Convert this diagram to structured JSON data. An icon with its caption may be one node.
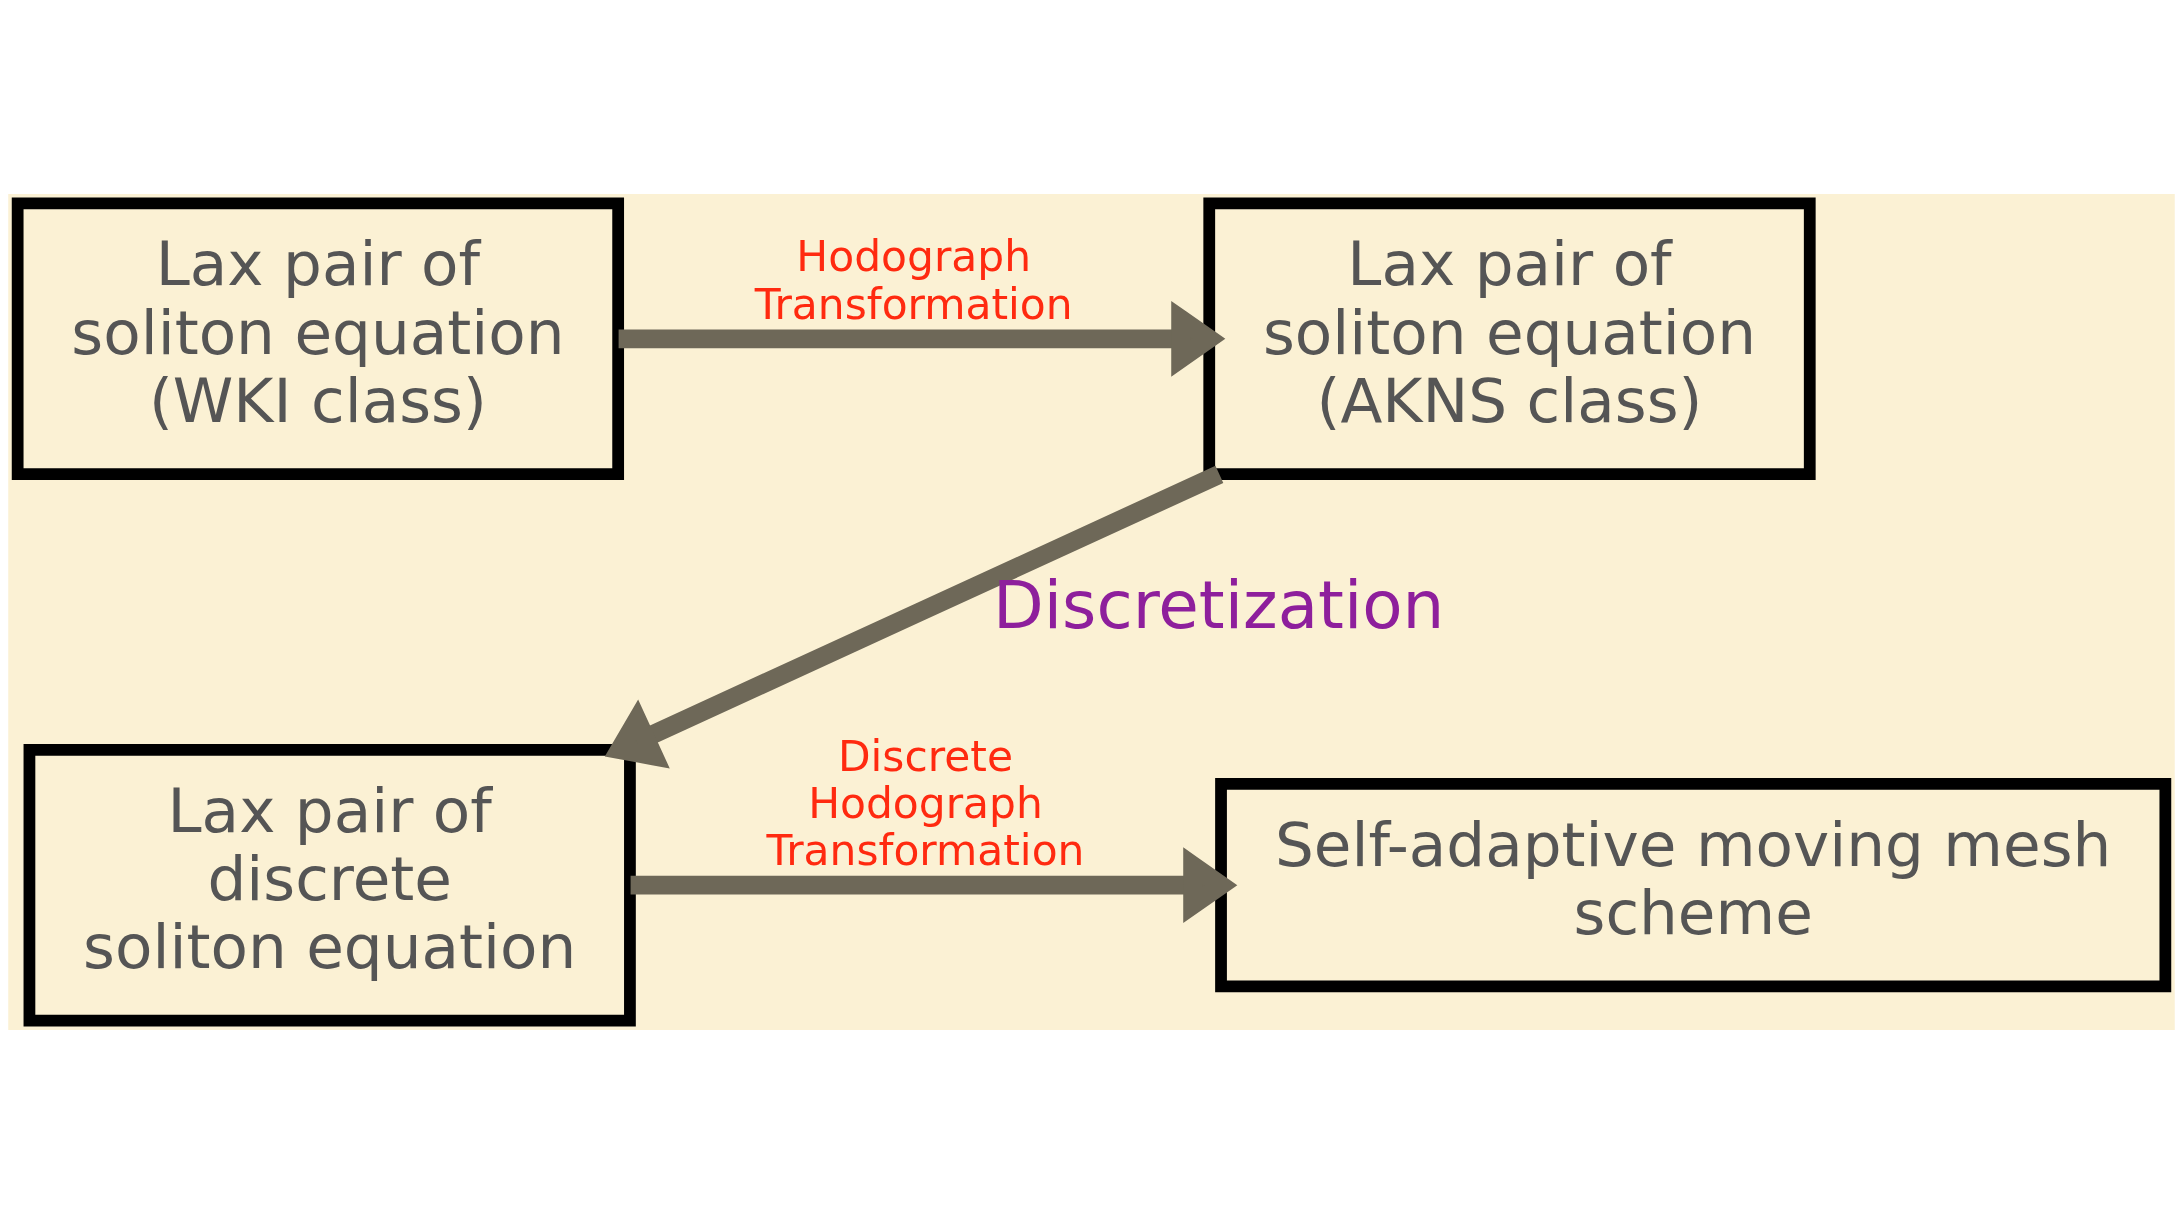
{
  "diagram": {
    "nodes": [
      {
        "text": [
          "Lax pair of soliton equation (WKI class)"
        ]
      },
      {
        "text": [
          "Lax pair of soliton equation (AKNS class)"
        ]
      },
      {
        "text": [
          "Lax pair of discrete soliton equation"
        ]
      },
      {
        "text": [
          "Self-adaptive moving mesh scheme"
        ]
      }
    ],
    "edges": [
      {
        "from": 0,
        "to": 1,
        "arrow": "to",
        "label": "Hodograph Transformation"
      },
      {
        "from": 1,
        "to": 2,
        "arrow": "to",
        "label": "Discretization"
      },
      {
        "from": 2,
        "to": 3,
        "arrow": "to",
        "label": "Discrete Hodograph Transformation"
      }
    ]
  }
}
